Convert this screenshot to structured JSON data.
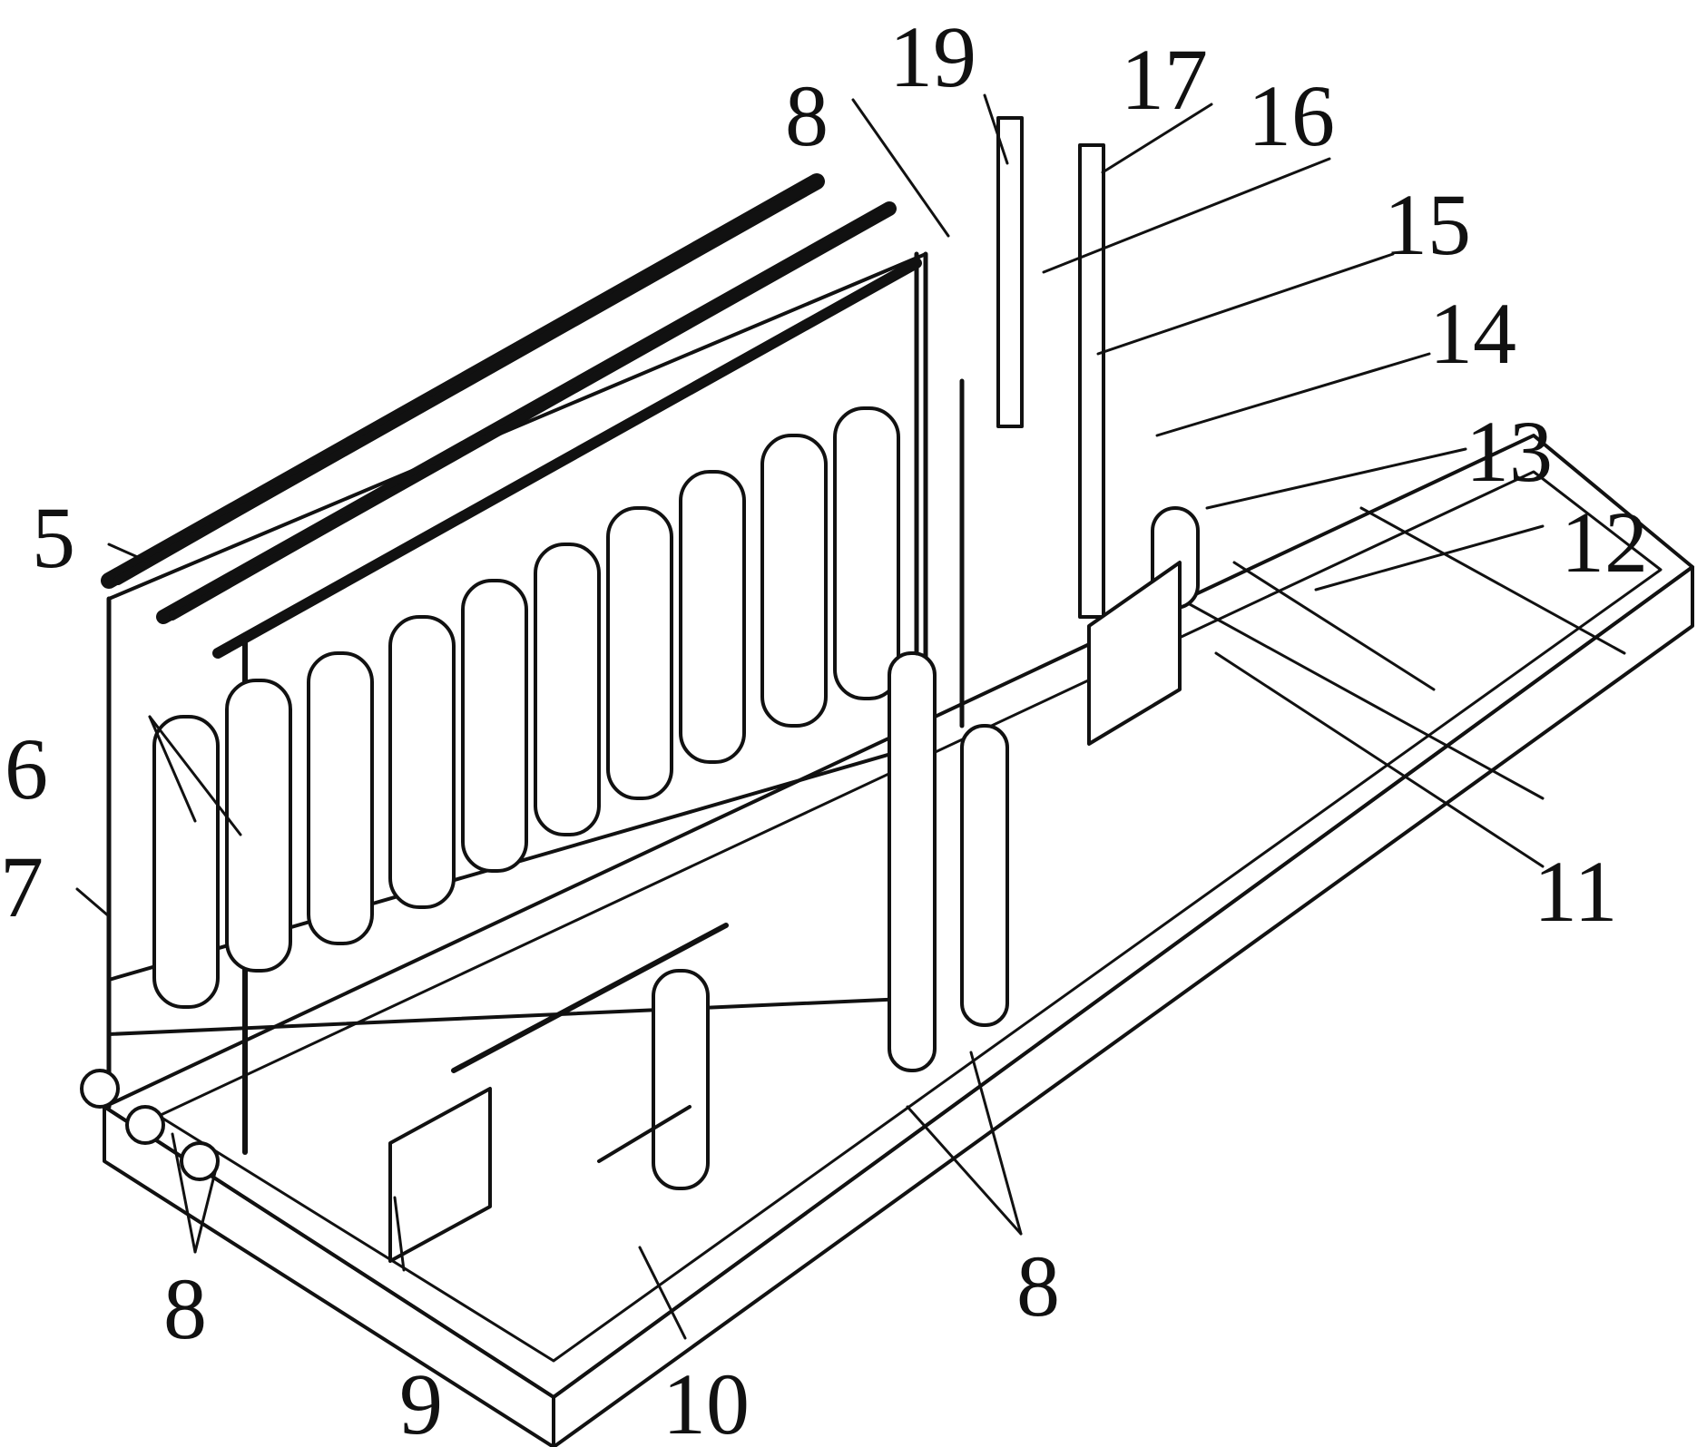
{
  "diagram": {
    "labels": {
      "l5": "5",
      "l6": "6",
      "l7": "7",
      "l8_bottom_left": "8",
      "l8_bottom_center": "8",
      "l8_top": "8",
      "l9": "9",
      "l10": "10",
      "l11": "11",
      "l12": "12",
      "l13": "13",
      "l14": "14",
      "l15": "15",
      "l16": "16",
      "l17": "17",
      "l19": "19"
    }
  }
}
